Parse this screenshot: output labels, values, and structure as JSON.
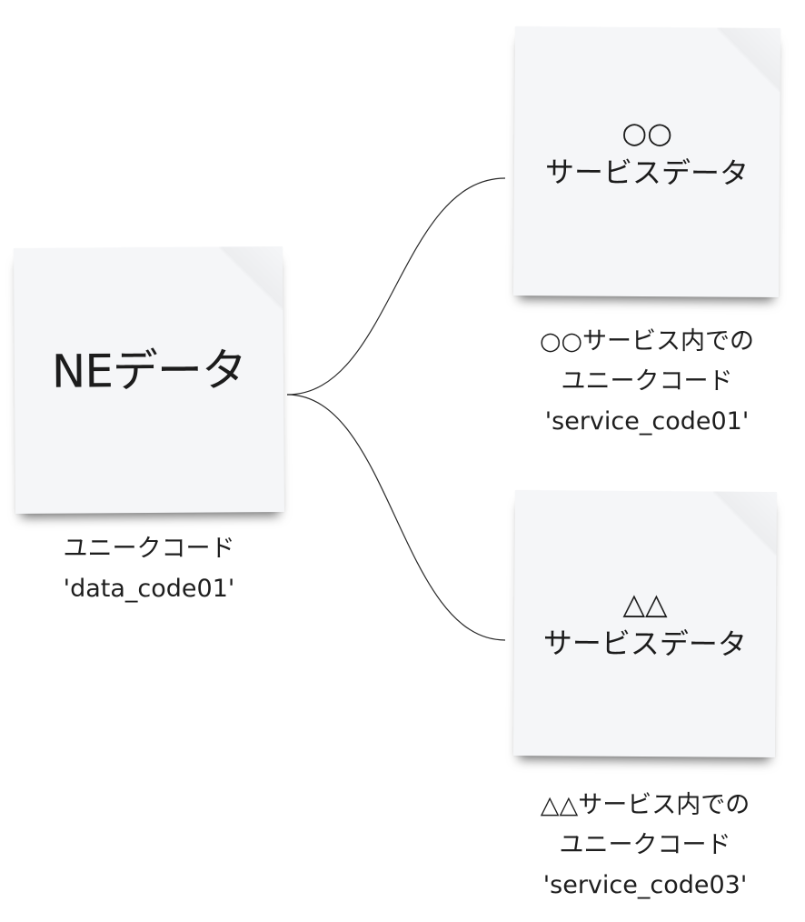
{
  "board": {
    "main_note": {
      "title": "NEデータ",
      "caption_line1": "ユニークコード",
      "caption_line2": "'data_code01'"
    },
    "service_a": {
      "line1": "○○",
      "line2": "サービスデータ",
      "caption_line1": "○○サービス内での",
      "caption_line2": "ユニークコード",
      "caption_line3": "'service_code01'"
    },
    "service_b": {
      "line1": "△△",
      "line2": "サービスデータ",
      "caption_line1": "△△サービス内での",
      "caption_line2": "ユニークコード",
      "caption_line3": "'service_code03'"
    }
  },
  "colors": {
    "background": "#ffffff",
    "note_fill": "#f5f6f8",
    "connector": "#2a2a2a",
    "text": "#1c1c1c"
  }
}
